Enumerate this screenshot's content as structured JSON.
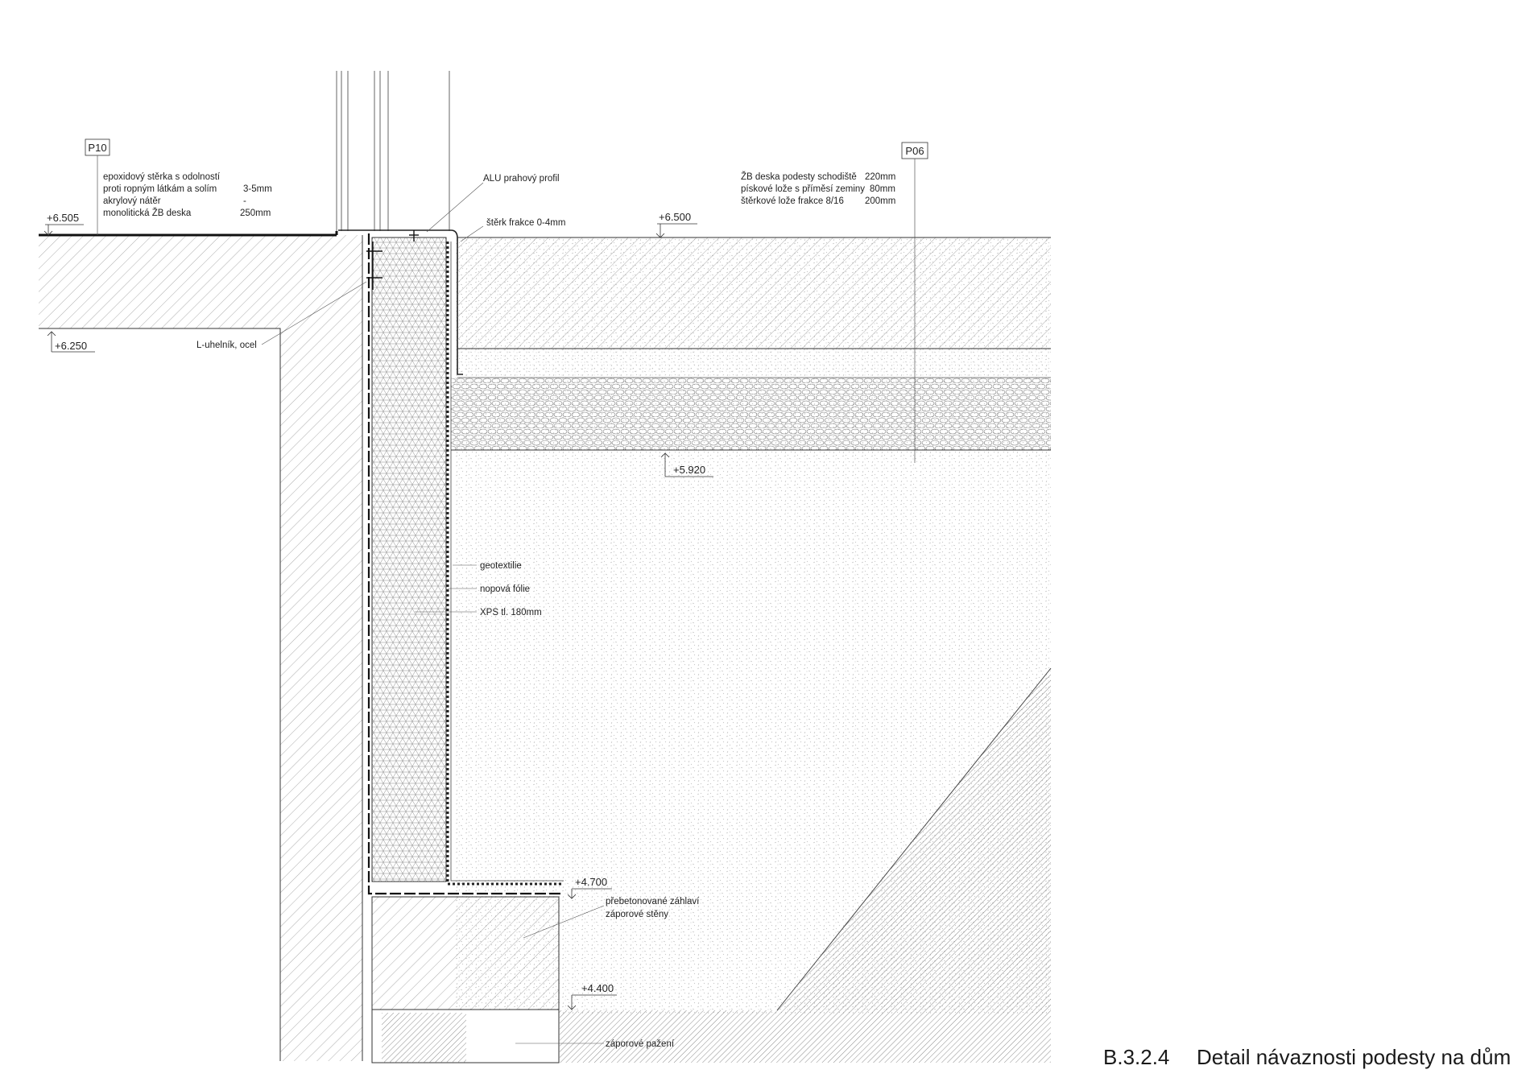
{
  "caption": {
    "code": "B.3.2.4",
    "title": "Detail návaznosti podesty na dům"
  },
  "tags": {
    "p10": "P10",
    "p06": "P06"
  },
  "p10_layers": [
    {
      "name": "epoxidový stěrka s odolností",
      "thickness": ""
    },
    {
      "name": "proti ropným látkám a solím",
      "thickness": "3-5mm"
    },
    {
      "name": "akrylový nátěr",
      "thickness": "-"
    },
    {
      "name": "monolitická ŽB deska",
      "thickness": "250mm"
    }
  ],
  "p06_layers": [
    {
      "name": "ŽB deska podesty schodiště",
      "thickness": "220mm"
    },
    {
      "name": "pískové lože s příměsí zeminy",
      "thickness": "80mm"
    },
    {
      "name": "štěrkové lože frakce 8/16",
      "thickness": "200mm"
    }
  ],
  "levels": {
    "l6505": "+6.505",
    "l6500": "+6.500",
    "l6250": "+6.250",
    "l5920": "+5.920",
    "l4700": "+4.700",
    "l4400": "+4.400"
  },
  "labels": {
    "alu_profile": "ALU prahový profil",
    "gravel": "štěrk frakce 0-4mm",
    "angle": "L-uhelník, ocel",
    "geotextile": "geotextilie",
    "dimple": "nopová fólie",
    "xps": "XPS tl. 180mm",
    "capping_line1": "přebetonované záhlaví",
    "capping_line2": "záporové stěny",
    "sheeting": "záporové pažení"
  }
}
